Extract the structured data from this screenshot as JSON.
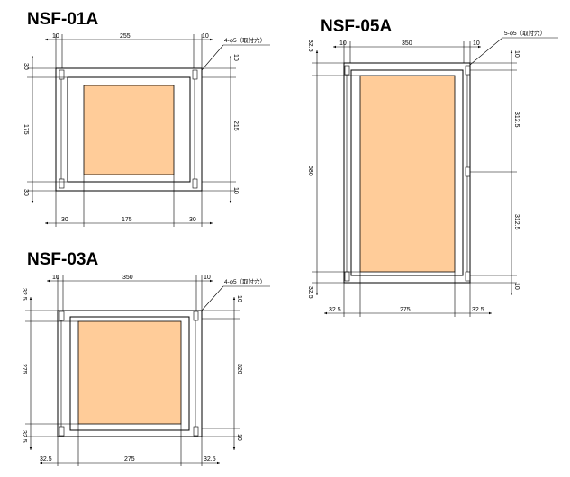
{
  "colors": {
    "panel": "#FFCC99",
    "line": "#000000",
    "background": "#FFFFFF"
  },
  "drawings": {
    "nsf01a": {
      "title": "NSF-01A",
      "dims": {
        "top_left": "10",
        "top_mid": "255",
        "top_right": "10",
        "left_top": "30",
        "left_mid": "175",
        "left_bot": "30",
        "right_top": "10",
        "right_mid": "215",
        "right_bot": "10",
        "bot_left": "30",
        "bot_mid": "175",
        "bot_right": "30"
      },
      "note": "4-φ5（取付穴）"
    },
    "nsf03a": {
      "title": "NSF-03A",
      "dims": {
        "top_left": "10",
        "top_mid": "350",
        "top_right": "10",
        "left_top": "32.5",
        "left_mid": "275",
        "left_bot": "32.5",
        "right_top": "10",
        "right_mid": "320",
        "right_bot": "10",
        "bot_left": "32.5",
        "bot_mid": "275",
        "bot_right": "32.5"
      },
      "note": "4-φ5（取付穴）"
    },
    "nsf05a": {
      "title": "NSF-05A",
      "dims": {
        "top_left": "10",
        "top_mid": "350",
        "top_right": "10",
        "left_top": "32.5",
        "left_mid": "580",
        "left_bot": "32.5",
        "right_top": "10",
        "right_mid1": "312.5",
        "right_mid2": "312.5",
        "right_bot": "10",
        "bot_left": "32.5",
        "bot_mid": "275",
        "bot_right": "32.5"
      },
      "note": "5-φ5（取付穴）"
    }
  }
}
